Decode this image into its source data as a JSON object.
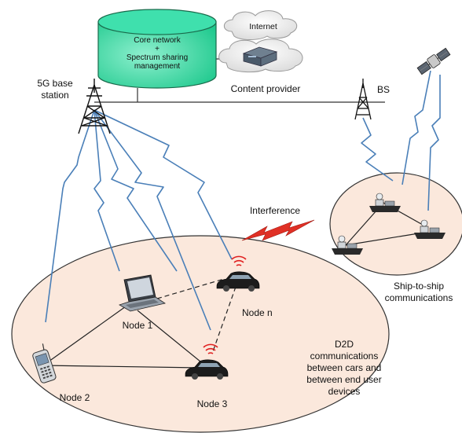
{
  "core": {
    "line1": "Core network",
    "line2": "+",
    "line3": "Spectrum sharing",
    "line4": "management"
  },
  "cloud_internet": "Internet",
  "content_provider": "Content provider",
  "base_station": {
    "line1": "5G base",
    "line2": "station"
  },
  "bs": "BS",
  "interference": "Interference",
  "ship": {
    "line1": "Ship-to-ship",
    "line2": "communications"
  },
  "nodes": {
    "node1": "Node 1",
    "node2": "Node 2",
    "node3": "Node 3",
    "noden": "Node n"
  },
  "d2d": {
    "line1": "D2D",
    "line2": "communications",
    "line3": "between cars and",
    "line4": "between end user",
    "line5": "devices"
  },
  "colors": {
    "cylinder": "#29dba0",
    "ellipse_fill": "#fbe8dc",
    "link_blue": "#4a7fb8",
    "interference_red": "#e03025",
    "signal_red": "#e02020"
  }
}
